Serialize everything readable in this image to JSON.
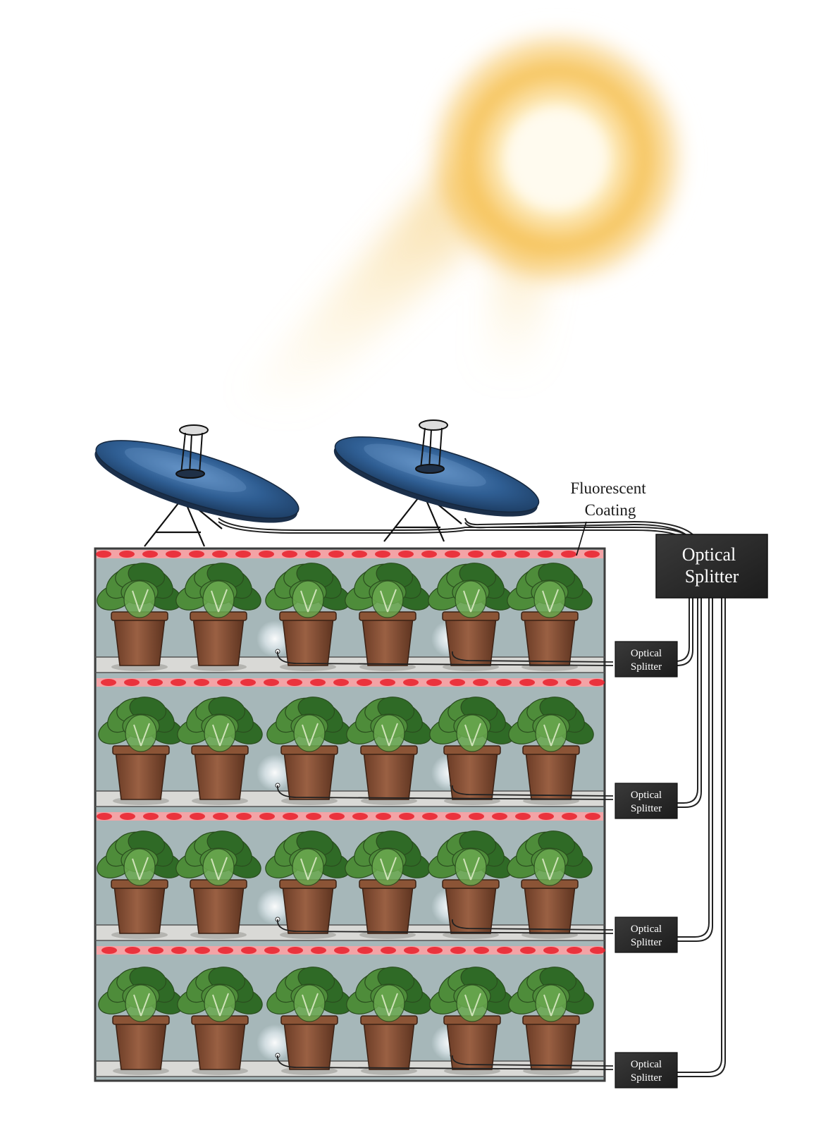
{
  "labels": {
    "coating_line1": "Fluorescent",
    "coating_line2": "Coating",
    "main_splitter_line1": "Optical",
    "main_splitter_line2": "Splitter",
    "shelf_splitter_line1": "Optical",
    "shelf_splitter_line2": "Splitter"
  },
  "diagram": {
    "shelf_count": 4,
    "plants_per_shelf": 6,
    "dish_count": 2,
    "light_emitters_per_shelf": 2
  },
  "colors": {
    "sun_core": "#fff8e6",
    "sun_glow": "#f2b540",
    "dish_blue": "#2f5e93",
    "dish_rim": "#1b2f4a",
    "coating_red": "#e8202a",
    "shelf_bg": "#a6b7b9",
    "shelf_floor": "#d9d9d6",
    "pot": "#8a5236",
    "leaf": "#4e8c3a",
    "leaf_dark": "#2f6a26",
    "splitter_box": "#2b2b2b",
    "splitter_text": "#ffffff",
    "cable": "#222222",
    "frame": "#444444"
  }
}
